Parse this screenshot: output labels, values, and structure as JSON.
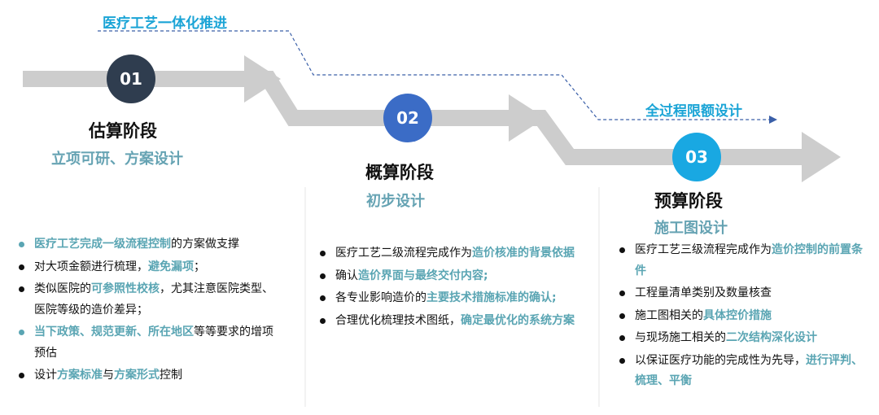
{
  "banners": {
    "top": "医疗工艺一体化推进",
    "mid": "全过程限额设计"
  },
  "stages": [
    {
      "number": "01",
      "title": "估算阶段",
      "subtitle": "立项可研、方案设计",
      "bullets": [
        {
          "bullet_color": "teal",
          "segments": [
            {
              "t": "医疗工艺完成一级流程控制",
              "hl": true
            },
            {
              "t": "的方案做支撑",
              "hl": false
            }
          ]
        },
        {
          "bullet_color": "dark",
          "segments": [
            {
              "t": "对大项金额进行梳理，",
              "hl": false
            },
            {
              "t": "避免漏项",
              "hl": true
            },
            {
              "t": "；",
              "hl": false
            }
          ]
        },
        {
          "bullet_color": "dark",
          "segments": [
            {
              "t": "类似医院的",
              "hl": false
            },
            {
              "t": "可参照性校核",
              "hl": true
            },
            {
              "t": "，尤其注意医院类型、医院等级的造价差异；",
              "hl": false
            }
          ]
        },
        {
          "bullet_color": "teal",
          "segments": [
            {
              "t": "当下政策、规范更新、所在地区",
              "hl": true
            },
            {
              "t": "等等要求的增项预估",
              "hl": false
            }
          ]
        },
        {
          "bullet_color": "dark",
          "segments": [
            {
              "t": "设计",
              "hl": false
            },
            {
              "t": "方案标准",
              "hl": true
            },
            {
              "t": "与",
              "hl": false
            },
            {
              "t": "方案形式",
              "hl": true
            },
            {
              "t": "控制",
              "hl": false
            }
          ]
        }
      ]
    },
    {
      "number": "02",
      "title": "概算阶段",
      "subtitle": "初步设计",
      "bullets": [
        {
          "bullet_color": "dark",
          "segments": [
            {
              "t": "医疗工艺二级流程完成作为",
              "hl": false
            },
            {
              "t": "造价核准的背景依据",
              "hl": true
            }
          ]
        },
        {
          "bullet_color": "dark",
          "segments": [
            {
              "t": "确认",
              "hl": false
            },
            {
              "t": "造价界面与最终交付内容;",
              "hl": true
            }
          ]
        },
        {
          "bullet_color": "dark",
          "segments": [
            {
              "t": "各专业影响造价的",
              "hl": false
            },
            {
              "t": "主要技术措施标准的确认;",
              "hl": true
            }
          ]
        },
        {
          "bullet_color": "dark",
          "segments": [
            {
              "t": "合理优化梳理技术图纸，",
              "hl": false
            },
            {
              "t": "确定最优化的系统方案",
              "hl": true
            }
          ]
        }
      ]
    },
    {
      "number": "03",
      "title": "预算阶段",
      "subtitle": "施工图设计",
      "bullets": [
        {
          "bullet_color": "dark",
          "segments": [
            {
              "t": "医疗工艺三级流程完成作为",
              "hl": false
            },
            {
              "t": "造价控制的前置条件",
              "hl": true
            }
          ]
        },
        {
          "bullet_color": "dark",
          "segments": [
            {
              "t": "工程量清单类别及数量核查",
              "hl": false
            }
          ]
        },
        {
          "bullet_color": "dark",
          "segments": [
            {
              "t": "施工图相关的",
              "hl": false
            },
            {
              "t": "具体控价措施",
              "hl": true
            }
          ]
        },
        {
          "bullet_color": "dark",
          "segments": [
            {
              "t": "与现场施工相关的",
              "hl": false
            },
            {
              "t": "二次结构深化设计",
              "hl": true
            }
          ]
        },
        {
          "bullet_color": "dark",
          "segments": [
            {
              "t": "以保证医疗功能的完成性为先导，",
              "hl": false
            },
            {
              "t": "进行评判、梳理、平衡",
              "hl": true
            }
          ]
        }
      ]
    }
  ],
  "colors": {
    "arrow": "#cdcdcd",
    "dashed_line": "#3a5fa8",
    "circle_1": "#2f3d4f",
    "circle_2": "#3b6cc6",
    "circle_3": "#19a8e2",
    "highlight": "#5aa5b3",
    "banner": "#1aa4d6"
  }
}
